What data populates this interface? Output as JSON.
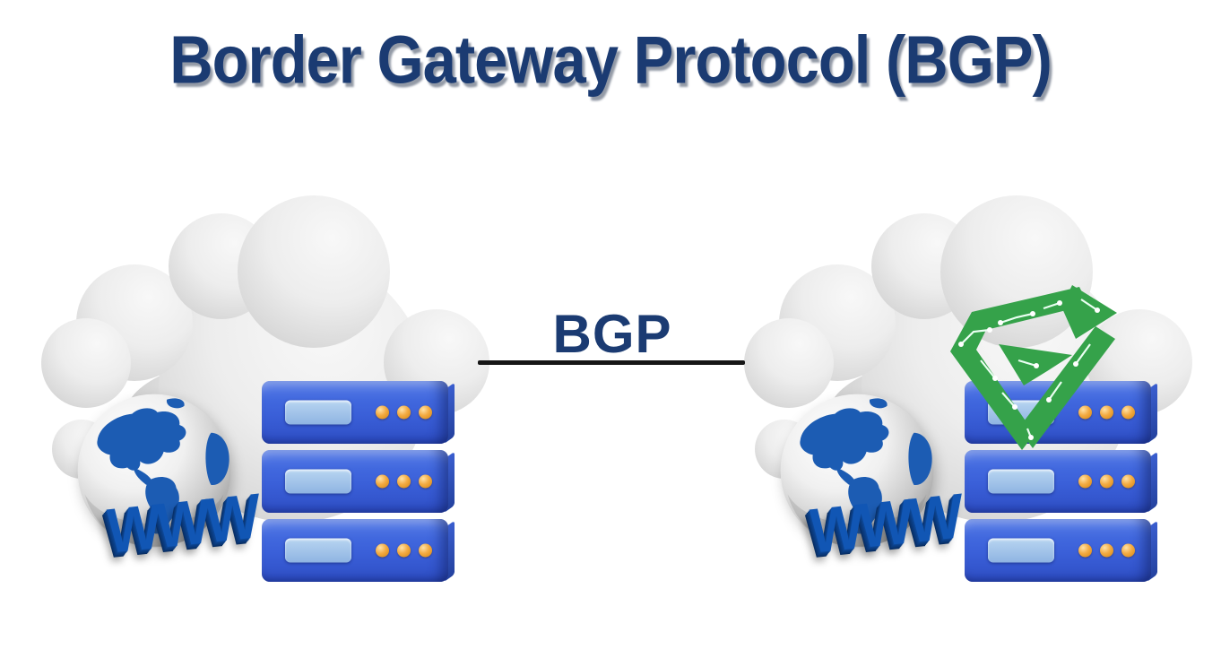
{
  "title": {
    "text": "Border Gateway Protocol (BGP)"
  },
  "connection": {
    "label": "BGP"
  },
  "left_node": {
    "www_label": "WWW"
  },
  "right_node": {
    "www_label": "WWW"
  },
  "icons": {
    "cloud": "cloud-icon",
    "globe": "globe-icon",
    "server_stack": "server-stack-icon",
    "led": "led-indicator",
    "www": "www-3d-label",
    "logo": "circuit-diamond-logo",
    "link_line": "bgp-link-line"
  },
  "colors": {
    "title_navy": "#1b3b72",
    "line_black": "#161616",
    "server_blue": "#3c63d6",
    "server_blue_dark": "#24429f",
    "panel_blue": "#9fc2ea",
    "led_gold": "#eea43b",
    "cloud_gray": "#e0e0e0",
    "globe_land_blue": "#1c5cb3",
    "www_blue": "#1156b4",
    "logo_green": "#35a24a"
  }
}
